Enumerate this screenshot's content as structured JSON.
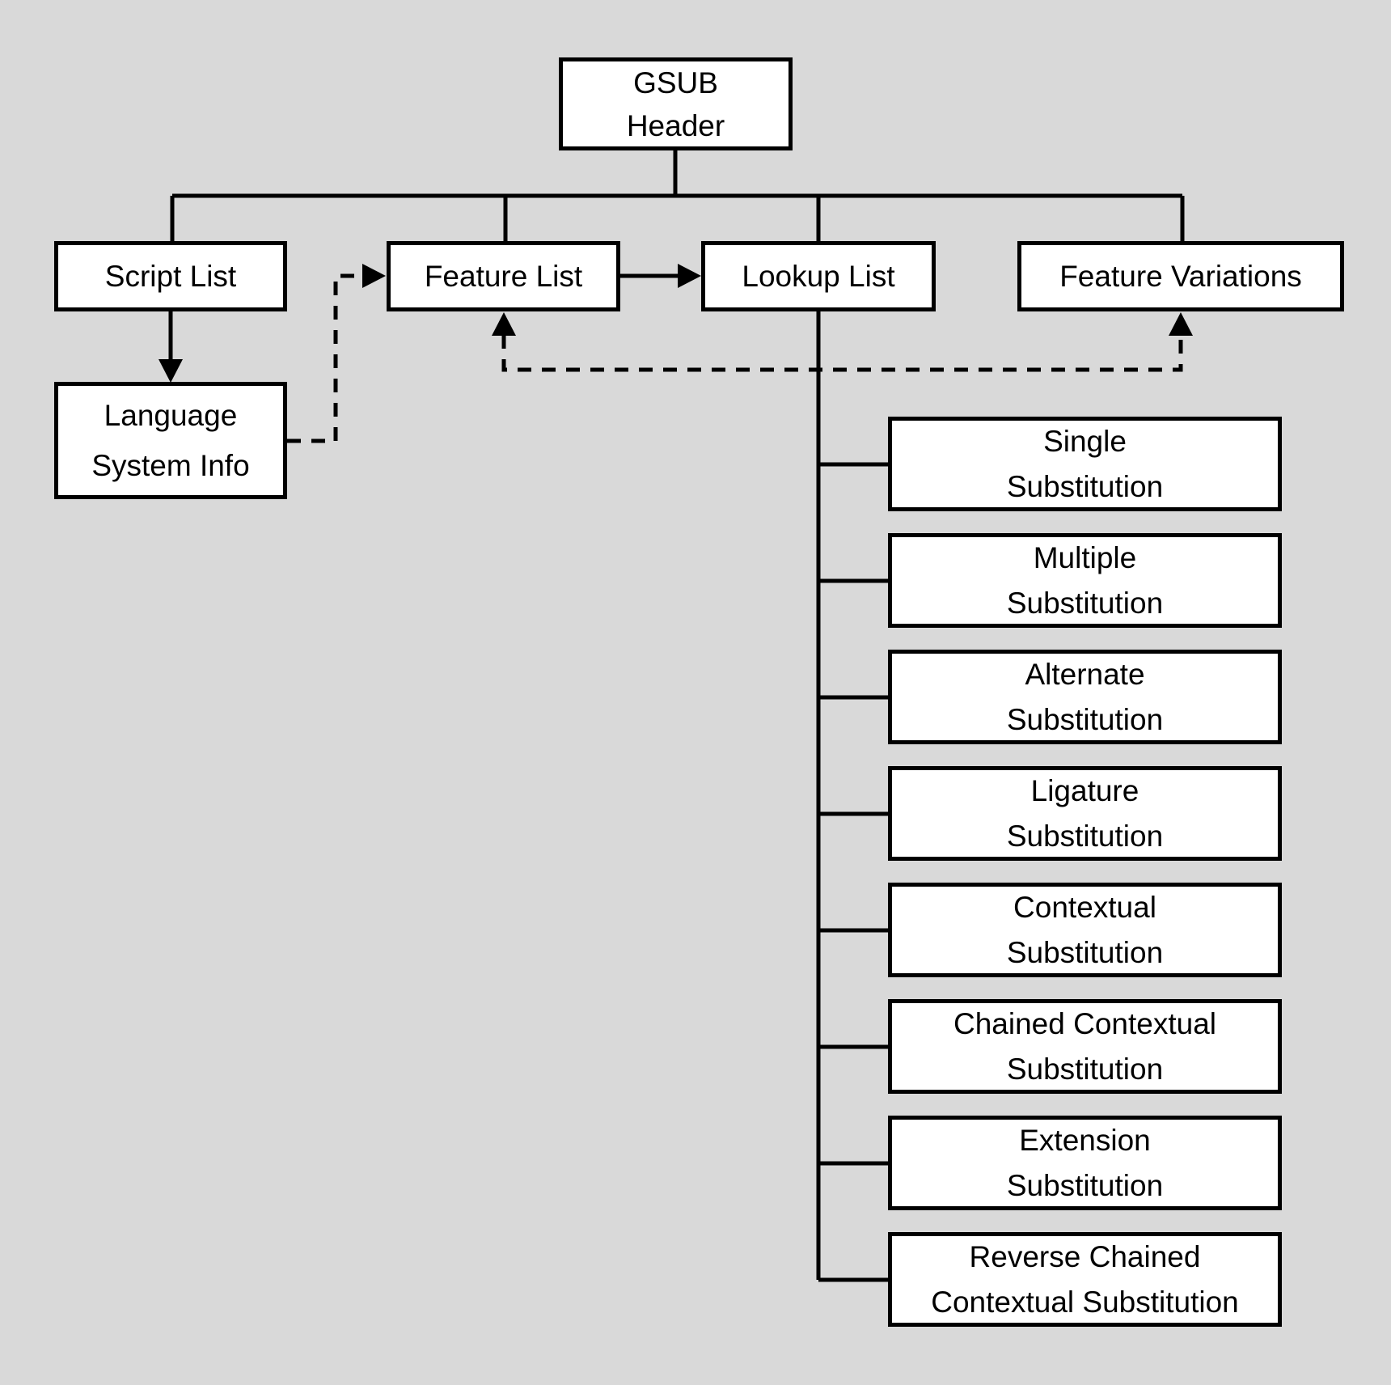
{
  "diagram": {
    "colors": {
      "background": "#d9d9d9",
      "box_fill": "#ffffff",
      "box_border": "#000000",
      "line": "#000000",
      "text": "#000000"
    },
    "nodes": {
      "gsub_header": {
        "label": "GSUB\nHeader"
      },
      "script_list": {
        "label": "Script List"
      },
      "feature_list": {
        "label": "Feature List"
      },
      "lookup_list": {
        "label": "Lookup List"
      },
      "feature_variations": {
        "label": "Feature Variations"
      },
      "language_system_info": {
        "label": "Language\nSystem Info"
      },
      "lookup_types": [
        {
          "label": "Single\nSubstitution"
        },
        {
          "label": "Multiple\nSubstitution"
        },
        {
          "label": "Alternate\nSubstitution"
        },
        {
          "label": "Ligature\nSubstitution"
        },
        {
          "label": "Contextual\nSubstitution"
        },
        {
          "label": "Chained Contextual\nSubstitution"
        },
        {
          "label": "Extension\nSubstitution"
        },
        {
          "label": "Reverse Chained\nContextual Substitution"
        }
      ]
    },
    "edges": [
      {
        "from": "gsub_header",
        "to": "script_list",
        "style": "solid",
        "arrow": false
      },
      {
        "from": "gsub_header",
        "to": "feature_list",
        "style": "solid",
        "arrow": false
      },
      {
        "from": "gsub_header",
        "to": "lookup_list",
        "style": "solid",
        "arrow": false
      },
      {
        "from": "gsub_header",
        "to": "feature_variations",
        "style": "solid",
        "arrow": false
      },
      {
        "from": "script_list",
        "to": "language_system_info",
        "style": "solid",
        "arrow": true
      },
      {
        "from": "language_system_info",
        "to": "feature_list",
        "style": "dashed",
        "arrow": true
      },
      {
        "from": "feature_list",
        "to": "lookup_list",
        "style": "solid",
        "arrow": true
      },
      {
        "from": "lookup_list",
        "to": "feature_list",
        "style": "dashed",
        "arrow": true
      },
      {
        "from": "lookup_list",
        "to": "feature_variations",
        "style": "dashed",
        "arrow": true
      },
      {
        "from": "lookup_list",
        "to": "lookup_types",
        "style": "solid",
        "arrow": false
      }
    ]
  }
}
